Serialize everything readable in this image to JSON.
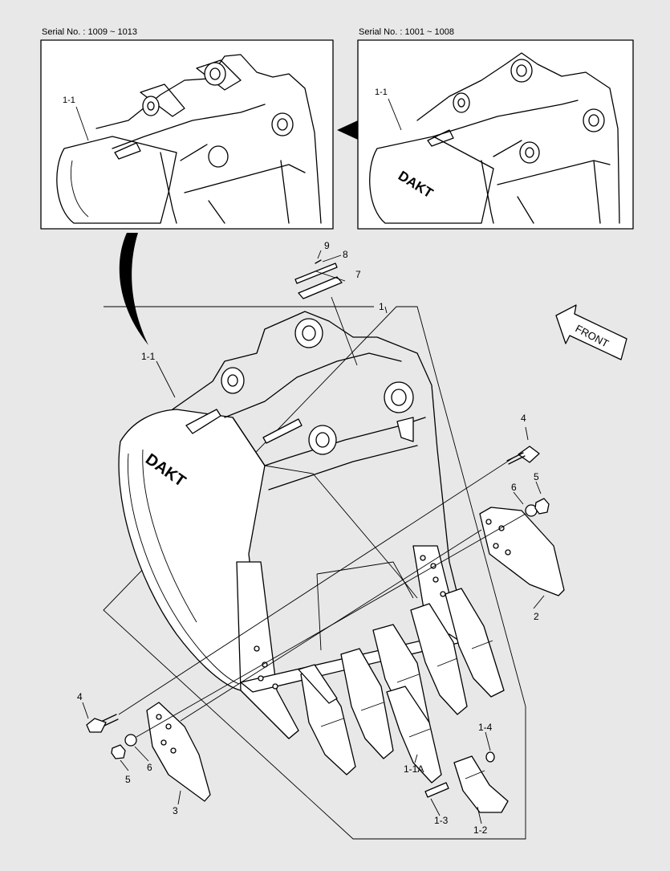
{
  "diagram": {
    "inset_left": {
      "serial_label": "Serial No. : 1009 ~ 1013",
      "callout": "1-1"
    },
    "inset_right": {
      "serial_label": "Serial No. : 1001 ~ 1008",
      "callout": "1-1"
    },
    "front_label": "FRONT",
    "brand_logo": "DAKT",
    "callouts": {
      "c1": "1",
      "c1_1": "1-1",
      "c1_1a": "1-1A",
      "c1_2": "1-2",
      "c1_3": "1-3",
      "c1_4": "1-4",
      "c2": "2",
      "c3": "3",
      "c4_right": "4",
      "c4_left": "4",
      "c5_right": "5",
      "c5_left": "5",
      "c6_right": "6",
      "c6_left": "6",
      "c7": "7",
      "c8": "8",
      "c9": "9"
    }
  }
}
